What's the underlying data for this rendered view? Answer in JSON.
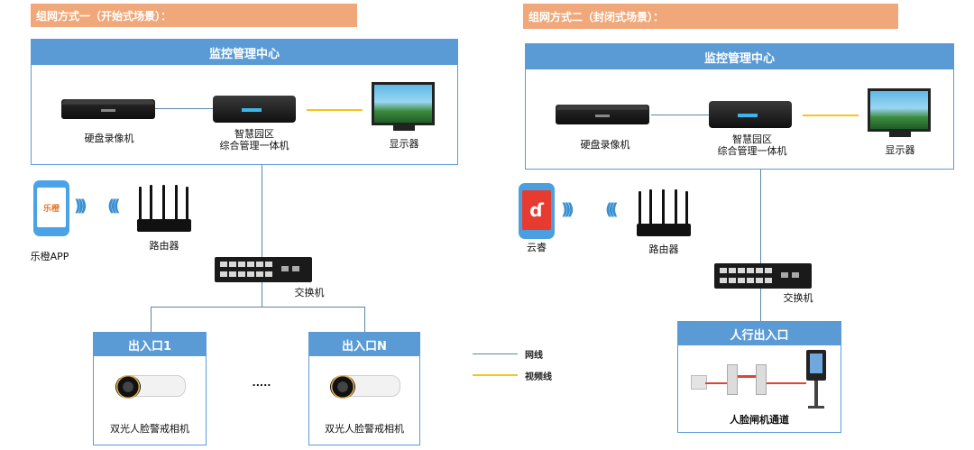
{
  "left": {
    "banner": "组网方式一（开始式场景）：",
    "center_title": "监控管理中心",
    "dvr_label": "硬盘录像机",
    "box_label_line1": "智慧园区",
    "box_label_line2": "综合管理一体机",
    "monitor_label": "显示器",
    "app_label": "乐橙APP",
    "app_icon_text": "乐橙",
    "router_label": "路由器",
    "switch_label": "交换机",
    "entrance1_title": "出入口1",
    "entranceN_title": "出入口N",
    "camera_label": "双光人脸警戒相机",
    "ellipsis": "....."
  },
  "right": {
    "banner": "组网方式二（封闭式场景）：",
    "center_title": "监控管理中心",
    "dvr_label": "硬盘录像机",
    "box_label_line1": "智慧园区",
    "box_label_line2": "综合管理一体机",
    "monitor_label": "显示器",
    "app_label": "云睿",
    "router_label": "路由器",
    "switch_label": "交换机",
    "pedestrian_title": "人行出入口",
    "gate_label": "人脸闸机通道"
  },
  "legend": {
    "network_line": "网线",
    "video_line": "视频线",
    "colors": {
      "network": "#5a87a6",
      "video": "#f5c518"
    }
  },
  "colors": {
    "accent_blue": "#5b9bd5",
    "banner_orange": "#f0a87a"
  }
}
